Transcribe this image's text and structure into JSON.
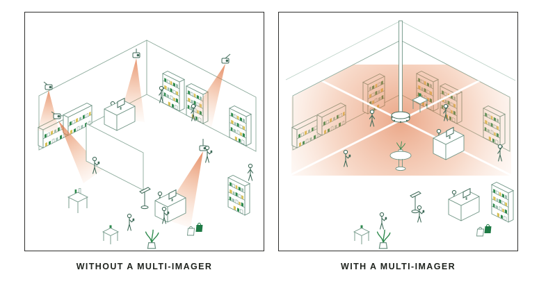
{
  "figure": {
    "name": "multi-imager-coverage-comparison",
    "panels": [
      {
        "id": "without",
        "caption": "WITHOUT A MULTI-IMAGER"
      },
      {
        "id": "with",
        "caption": "WITH A MULTI-IMAGER"
      }
    ]
  },
  "colors": {
    "background": "#ffffff",
    "frame_border": "#2e2e2c",
    "line_light": "#6b9282",
    "line_dark": "#3e6a58",
    "coverage_orange": "#de6a36",
    "accent_green": "#2e8a4d",
    "accent_yellow": "#d9c155",
    "caption_text": "#20241f"
  }
}
